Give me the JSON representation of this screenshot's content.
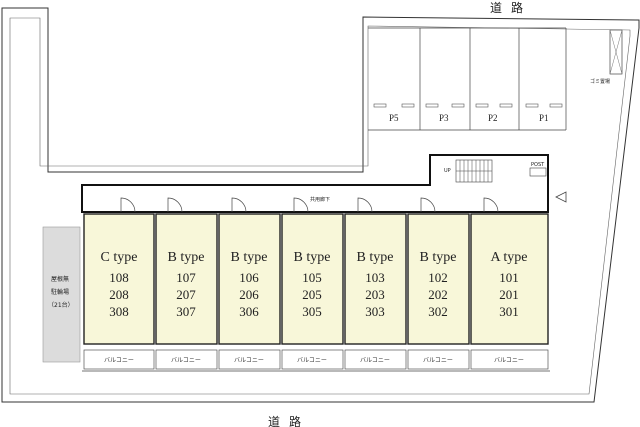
{
  "road_top": "道 路",
  "road_bottom": "道 路",
  "corridor_label": "共用廊下",
  "garbage_label": "ゴミ置場",
  "bike_parking": [
    "屋根無",
    "駐輪場",
    "（21台）"
  ],
  "stair_up": "UP",
  "post_label": "POST",
  "parking": [
    {
      "label": "P5"
    },
    {
      "label": "P3"
    },
    {
      "label": "P2"
    },
    {
      "label": "P1"
    }
  ],
  "units": [
    {
      "type": "C type",
      "rooms": [
        "108",
        "208",
        "308"
      ]
    },
    {
      "type": "B type",
      "rooms": [
        "107",
        "207",
        "307"
      ]
    },
    {
      "type": "B type",
      "rooms": [
        "106",
        "206",
        "306"
      ]
    },
    {
      "type": "B type",
      "rooms": [
        "105",
        "205",
        "305"
      ]
    },
    {
      "type": "B type",
      "rooms": [
        "103",
        "203",
        "303"
      ]
    },
    {
      "type": "B type",
      "rooms": [
        "102",
        "202",
        "302"
      ]
    },
    {
      "type": "A type",
      "rooms": [
        "101",
        "201",
        "301"
      ]
    }
  ],
  "balcony_label": "バルコニー",
  "colors": {
    "unit_fill": "#f8f7d9",
    "bike_fill": "#dcdcdc",
    "line": "#333333"
  }
}
